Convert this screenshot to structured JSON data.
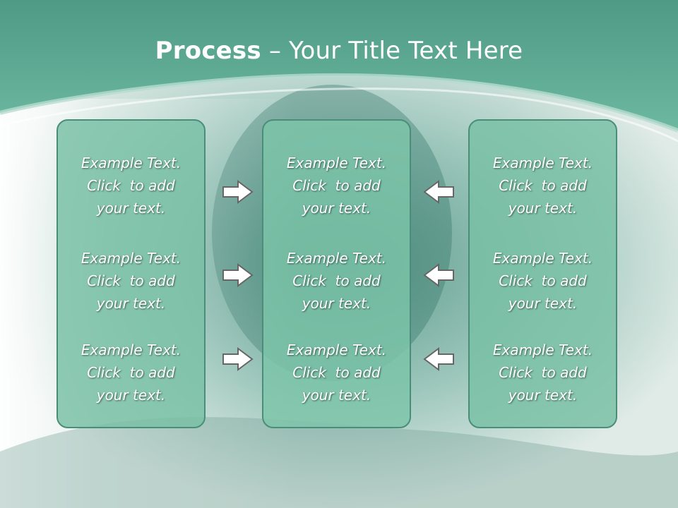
{
  "slide": {
    "title_bold": "Process",
    "title_sep": " – ",
    "title_rest": "Your Title Text Here"
  },
  "columns": [
    {
      "items": [
        {
          "line1": "Example Text.",
          "line2": "Click  to add",
          "line3": "your text."
        },
        {
          "line1": "Example Text.",
          "line2": "Click  to add",
          "line3": "your text."
        },
        {
          "line1": "Example Text.",
          "line2": "Click  to add",
          "line3": "your text."
        }
      ]
    },
    {
      "items": [
        {
          "line1": "Example Text.",
          "line2": "Click  to add",
          "line3": "your text."
        },
        {
          "line1": "Example Text.",
          "line2": "Click  to add",
          "line3": "your text."
        },
        {
          "line1": "Example Text.",
          "line2": "Click  to add",
          "line3": "your text."
        }
      ]
    },
    {
      "items": [
        {
          "line1": "Example Text.",
          "line2": "Click  to add",
          "line3": "your text."
        },
        {
          "line1": "Example Text.",
          "line2": "Click  to add",
          "line3": "your text."
        },
        {
          "line1": "Example Text.",
          "line2": "Click  to add",
          "line3": "your text."
        }
      ]
    }
  ],
  "arrows": {
    "left_group": "arrow-right-icon",
    "right_group": "arrow-left-icon"
  },
  "colors": {
    "header": "#5aa991",
    "box_fill": "#7fc3a9",
    "box_border": "#4a8d79",
    "text": "#ffffff"
  }
}
